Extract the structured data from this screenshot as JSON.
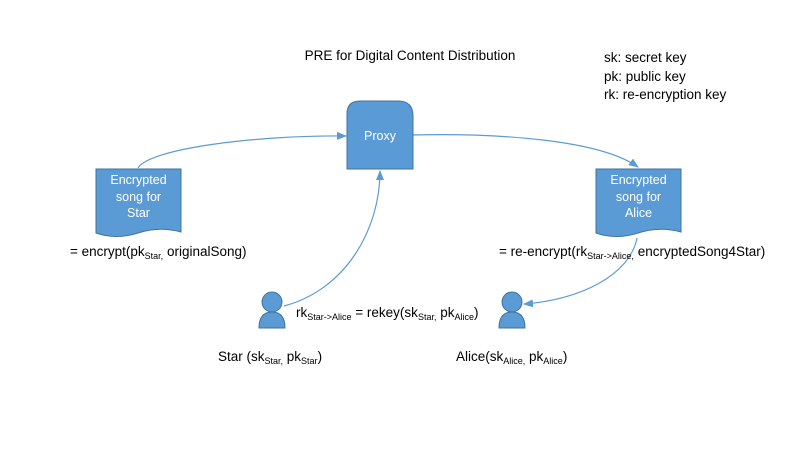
{
  "title": "PRE for Digital Content Distribution",
  "legend": [
    "sk: secret key",
    "pk: public key",
    "rk: re-encryption key"
  ],
  "colors": {
    "node_fill": "#5b9bd5",
    "node_stroke": "#41719c",
    "arrow": "#5b9bd5"
  },
  "nodes": {
    "proxy": {
      "label": "Proxy"
    },
    "doc_star": {
      "line1": "Encrypted",
      "line2": "song for",
      "line3": "Star"
    },
    "doc_alice": {
      "line1": "Encrypted",
      "line2": "song for",
      "line3": "Alice"
    }
  },
  "labels": {
    "encrypt": {
      "prefix": "= encrypt(pk",
      "sub": "Star,",
      "suffix": " originalSong)"
    },
    "reencrypt": {
      "prefix": "= re-encrypt(rk",
      "sub": "Star->Alice,",
      "suffix": " encryptedSong4Star)"
    },
    "rekey": {
      "p1": "rk",
      "s1": "Star->Alice",
      "p2": " = rekey(sk",
      "s2": "Star,",
      "p3": " pk",
      "s3": "Alice",
      "p4": ")"
    },
    "star": {
      "p1": "Star (sk",
      "s1": "Star,",
      "p2": " pk",
      "s2": "Star",
      "p3": ")"
    },
    "alice": {
      "p1": "Alice(sk",
      "s1": "Alice,",
      "p2": " pk",
      "s2": "Alice",
      "p3": ")"
    }
  },
  "icons": {
    "person": "person-icon",
    "document": "document-shape",
    "proxy": "rounded-box"
  }
}
